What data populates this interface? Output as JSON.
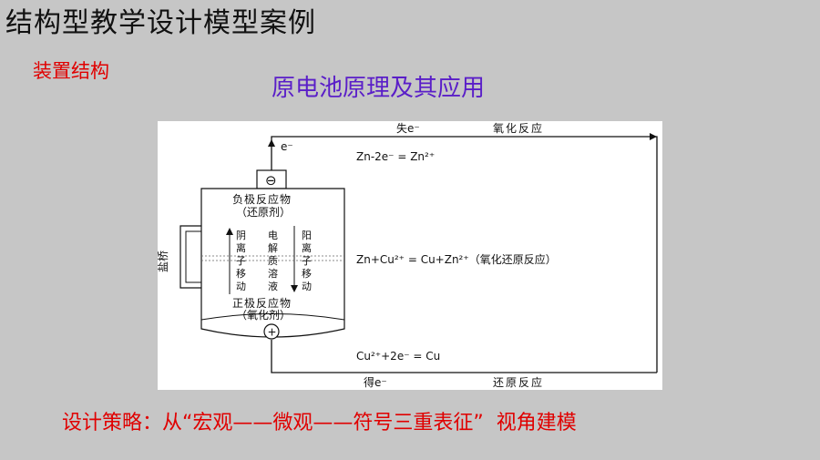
{
  "slide": {
    "title": "结构型教学设计模型案例",
    "section_label": "装置结构",
    "diagram_title": "原电池原理及其应用",
    "strategy_prefix": "设计策略：从“宏观——微观——符号三重表征”",
    "strategy_suffix": "视角建模"
  },
  "diagram": {
    "top_left_label": "失e⁻",
    "top_right_label": "氧化反应",
    "bottom_left_label": "得e⁻",
    "bottom_right_label": "还原反应",
    "electron_label": "e⁻",
    "neg_symbol": "⊖",
    "pos_symbol": "+",
    "neg_reactant_line1": "负极反应物",
    "neg_reactant_line2": "（还原剂）",
    "pos_reactant_line1": "正极反应物",
    "pos_reactant_line2": "（氧化剂）",
    "anion_col": [
      "阴",
      "离",
      "子",
      "移",
      "动"
    ],
    "electrolyte_col": [
      "电",
      "解",
      "质",
      "溶",
      "液"
    ],
    "cation_col": [
      "阳",
      "离",
      "子",
      "移",
      "动"
    ],
    "salt_bridge": "盐桥",
    "eq_anode": "Zn-2e⁻ = Zn²⁺",
    "eq_total": "Zn+Cu²⁺ = Cu+Zn²⁺（氧化还原反应）",
    "eq_cathode": "Cu²⁺+2e⁻ = Cu"
  }
}
